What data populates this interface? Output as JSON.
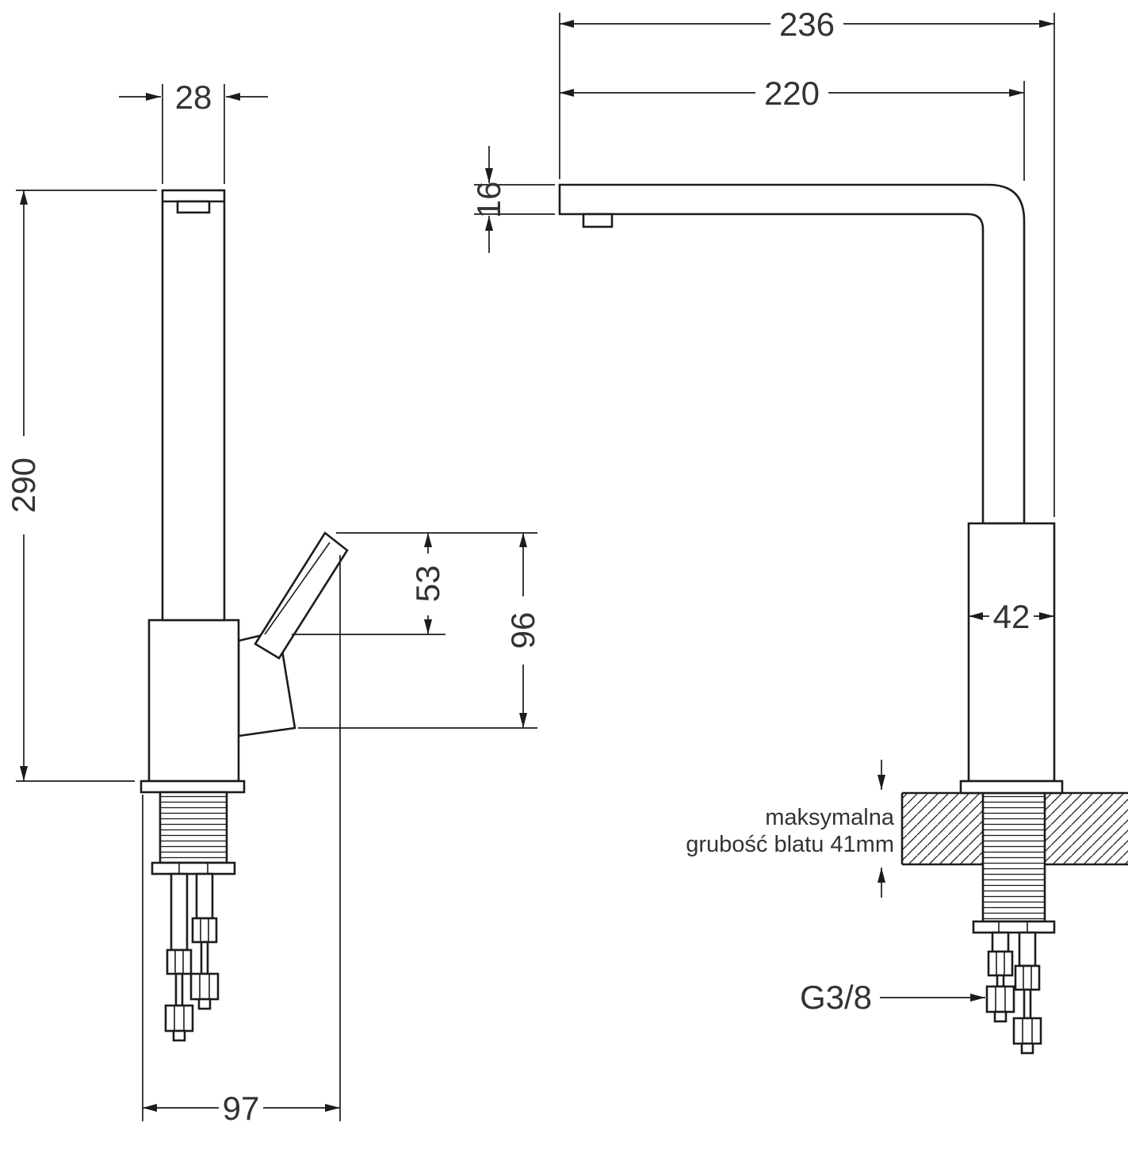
{
  "colors": {
    "ink": "#1c1c1c",
    "paper": "#ffffff",
    "text": "#333333"
  },
  "dimensions": {
    "spout_width": "28",
    "total_height": "290",
    "lever_top_offset": "53",
    "lever_height": "96",
    "base_depth": "97",
    "total_depth": "236",
    "spout_reach": "220",
    "spout_thickness": "16",
    "body_width": "42"
  },
  "annotations": {
    "counter_note_line1": "maksymalna",
    "counter_note_line2": "grubość blatu 41mm",
    "thread_label": "G3/8"
  }
}
